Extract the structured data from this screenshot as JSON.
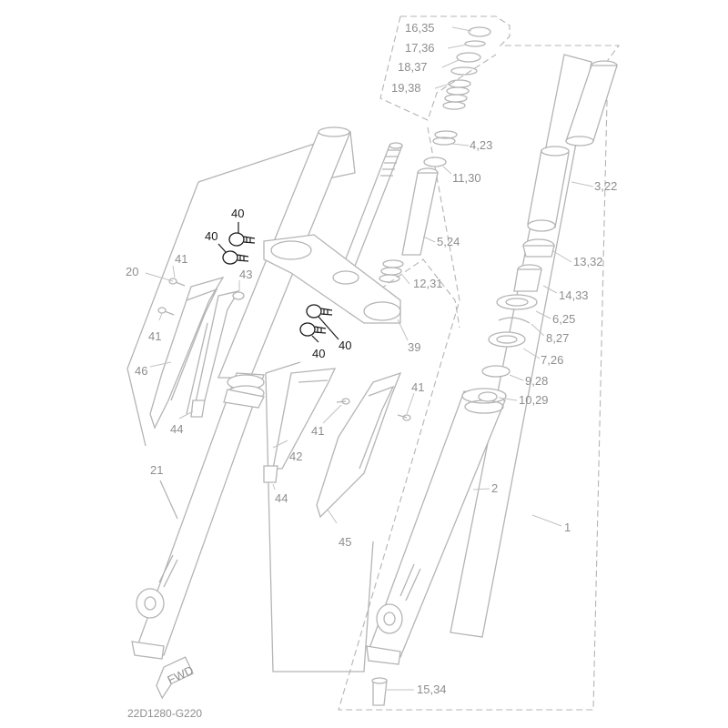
{
  "diagram": {
    "drawing_code": "22D1280-G220",
    "fwd_label": "FWD",
    "callouts": [
      {
        "id": "c-16-35",
        "text": "16,35",
        "highlight": false
      },
      {
        "id": "c-17-36",
        "text": "17,36",
        "highlight": false
      },
      {
        "id": "c-18-37",
        "text": "18,37",
        "highlight": false
      },
      {
        "id": "c-19-38",
        "text": "19,38",
        "highlight": false
      },
      {
        "id": "c-4-23",
        "text": "4,23",
        "highlight": false
      },
      {
        "id": "c-11-30",
        "text": "11,30",
        "highlight": false
      },
      {
        "id": "c-3-22",
        "text": "3,22",
        "highlight": false
      },
      {
        "id": "c-5-24",
        "text": "5,24",
        "highlight": false
      },
      {
        "id": "c-13-32",
        "text": "13,32",
        "highlight": false
      },
      {
        "id": "c-12-31",
        "text": "12,31",
        "highlight": false
      },
      {
        "id": "c-14-33",
        "text": "14,33",
        "highlight": false
      },
      {
        "id": "c-6-25",
        "text": "6,25",
        "highlight": false
      },
      {
        "id": "c-8-27",
        "text": "8,27",
        "highlight": false
      },
      {
        "id": "c-7-26",
        "text": "7,26",
        "highlight": false
      },
      {
        "id": "c-9-28",
        "text": "9,28",
        "highlight": false
      },
      {
        "id": "c-10-29",
        "text": "10,29",
        "highlight": false
      },
      {
        "id": "c-39",
        "text": "39",
        "highlight": false
      },
      {
        "id": "c-2",
        "text": "2",
        "highlight": false
      },
      {
        "id": "c-1",
        "text": "1",
        "highlight": false
      },
      {
        "id": "c-15-34",
        "text": "15,34",
        "highlight": false
      },
      {
        "id": "c-20",
        "text": "20",
        "highlight": false
      },
      {
        "id": "c-41-a",
        "text": "41",
        "highlight": false
      },
      {
        "id": "c-41-b",
        "text": "41",
        "highlight": false
      },
      {
        "id": "c-41-c",
        "text": "41",
        "highlight": false
      },
      {
        "id": "c-41-d",
        "text": "41",
        "highlight": false
      },
      {
        "id": "c-43",
        "text": "43",
        "highlight": false
      },
      {
        "id": "c-46",
        "text": "46",
        "highlight": false
      },
      {
        "id": "c-44-a",
        "text": "44",
        "highlight": false
      },
      {
        "id": "c-44-b",
        "text": "44",
        "highlight": false
      },
      {
        "id": "c-21",
        "text": "21",
        "highlight": false
      },
      {
        "id": "c-42",
        "text": "42",
        "highlight": false
      },
      {
        "id": "c-45",
        "text": "45",
        "highlight": false
      },
      {
        "id": "c-40-a",
        "text": "40",
        "highlight": true
      },
      {
        "id": "c-40-b",
        "text": "40",
        "highlight": true
      },
      {
        "id": "c-40-c",
        "text": "40",
        "highlight": true
      },
      {
        "id": "c-40-d",
        "text": "40",
        "highlight": true
      }
    ]
  }
}
